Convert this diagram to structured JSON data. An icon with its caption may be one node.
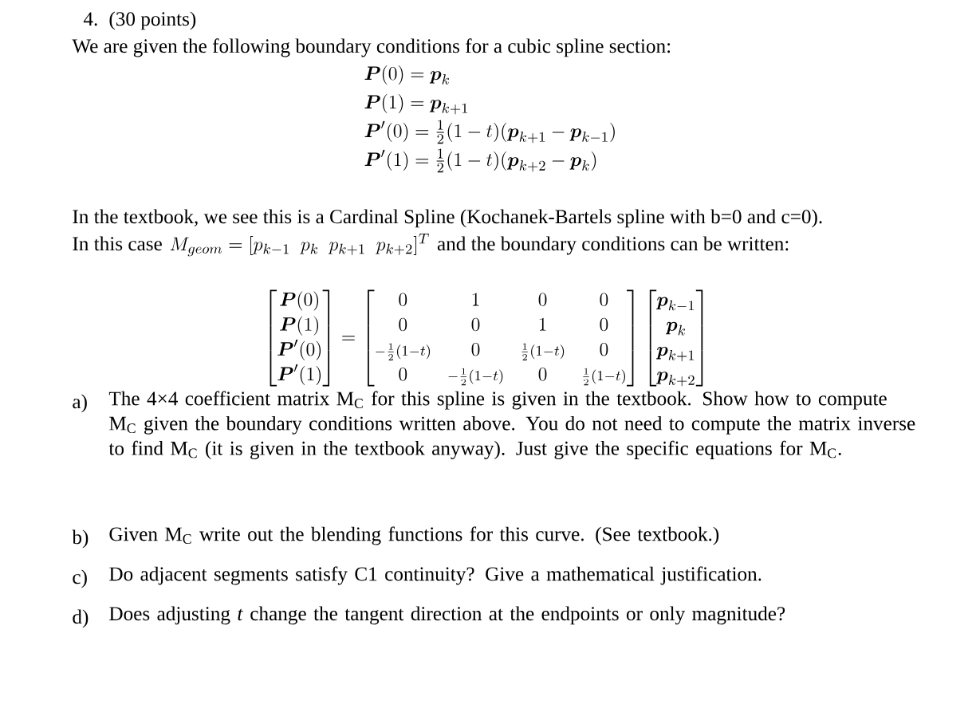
{
  "diagram": {
    "labels": [
      "4.",
      "(30 points)",
      "We are given the following boundary conditions for a cubic spline section:",
      "\\boldsymbol{P}(0) = \\boldsymbol{p}_k",
      "\\boldsymbol{P}(1) = \\boldsymbol{p}_{k+1}",
      "\\boldsymbol{P}'(0) = \\tfrac{1}{2}(1-t)(\\boldsymbol{p}_{k+1} - \\boldsymbol{p}_{k-1})",
      "\\boldsymbol{P}'(1) = \\tfrac{1}{2}(1-t)(\\boldsymbol{p}_{k+2} - \\boldsymbol{p}_{k})",
      "In the textbook, we see this is a Cardinal Spline (Kochanek-Bartels spline with b=0 and c=0).",
      "In this case",
      "M_{geom} = [p_{k-1}\\ \\ p_k\\ \\ p_{k+1}\\ \\ p_{k+2}]^T",
      "and the boundary conditions can be written:",
      "\\begin{bmatrix}\\boldsymbol{P}(0)\\\\ \\boldsymbol{P}(1)\\\\ \\boldsymbol{P}'(0)\\\\ \\boldsymbol{P}'(1)\\end{bmatrix} = \\begin{bmatrix} 0 & 1 & 0 & 0\\\\ 0 & 0 & 1 & 0\\\\ {\\scriptstyle -\\frac{1}{2}(1-t)} & 0 & {\\scriptstyle \\frac{1}{2}(1-t)} & 0\\\\ 0 & {\\scriptstyle -\\frac{1}{2}(1-t)} & 0 & {\\scriptstyle \\frac{1}{2}(1-t)}\\end{bmatrix}\\begin{bmatrix}\\boldsymbol{p}_{k-1}\\\\ \\boldsymbol{p}_k\\\\ \\boldsymbol{p}_{k+1}\\\\ \\boldsymbol{p}_{k+2}\\end{bmatrix}",
      "a)",
      "The 4×4 coefficient matrix M$_{C}$ for this spline is given in the textbook. Show how to compute M$_{C}$ given the boundary conditions written above. You do not need to compute the matrix inverse to find M$_{C}$ (it is given in the textbook anyway). Just give the specific equations for M$_{C}$.",
      "b)",
      "Given M$_{C}$ write out the blending functions for this curve. (See textbook.)",
      "c)",
      "Do adjacent segments satisfy C1 continuity? Give a mathematical justification.",
      "d)",
      "Does adjusting *t* change the tangent direction at the endpoints or only magnitude?"
    ]
  }
}
